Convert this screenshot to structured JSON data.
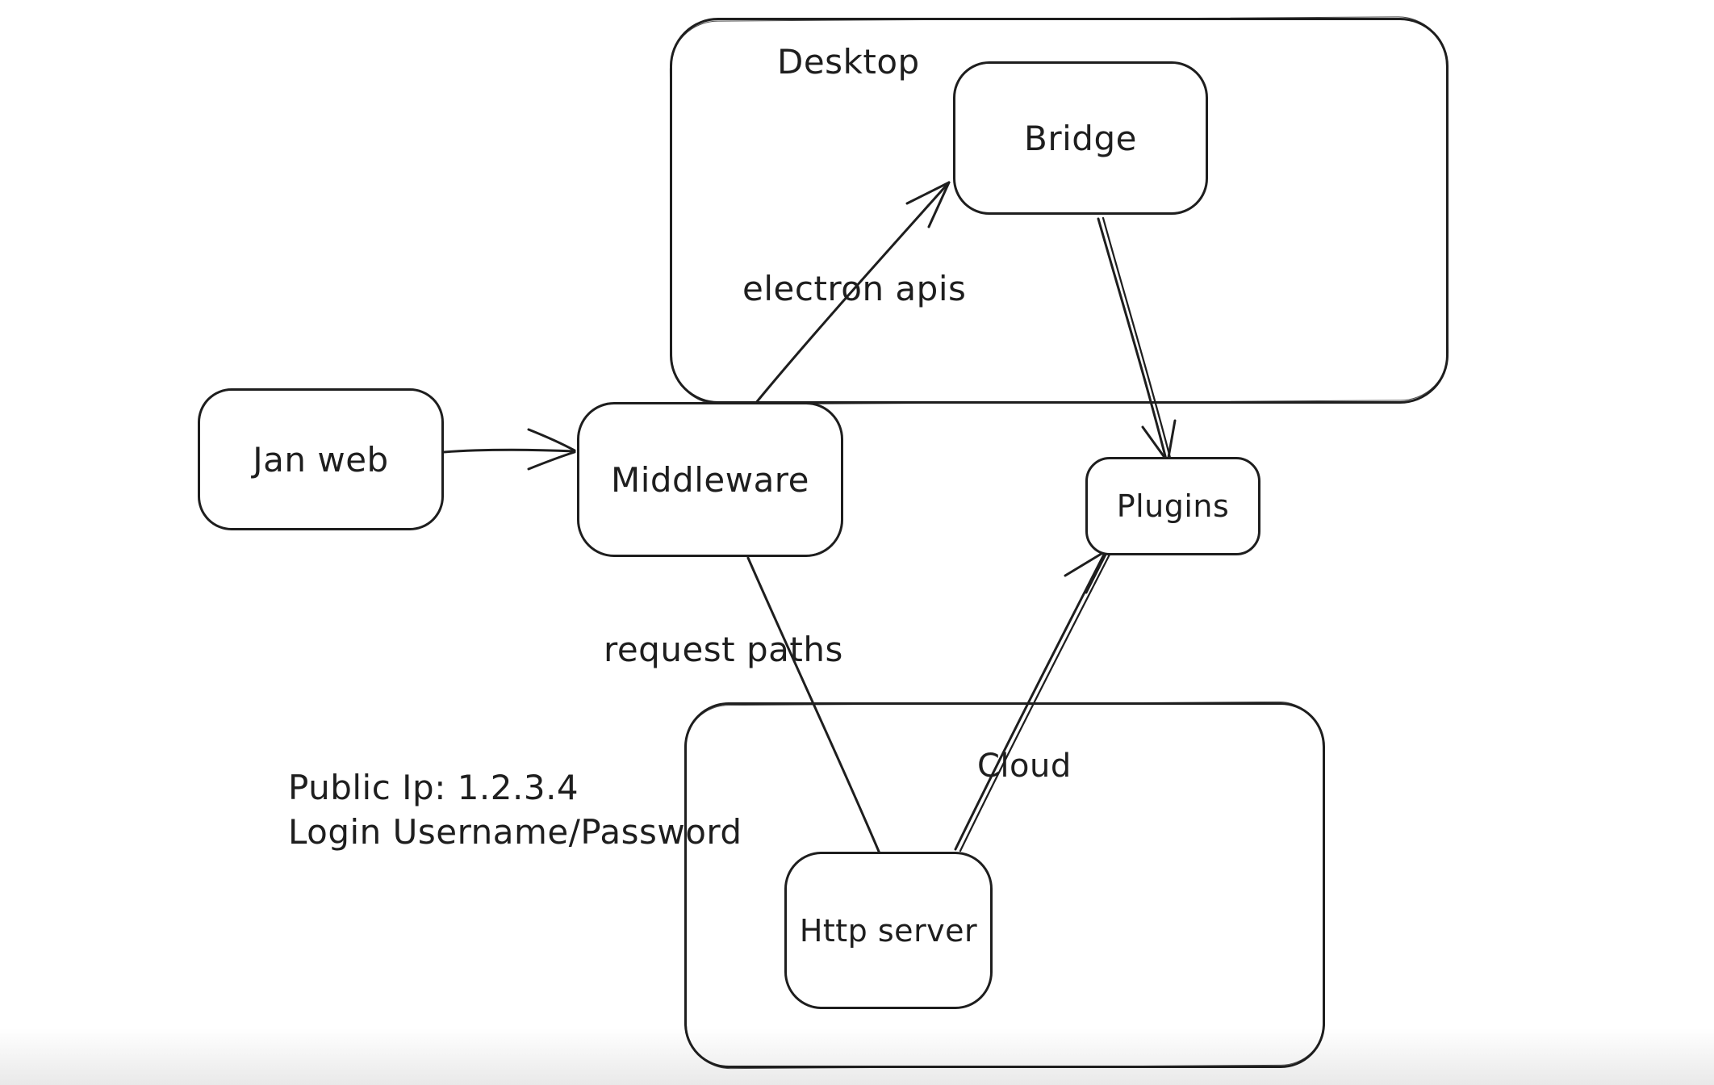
{
  "canvas": {
    "background": "#ffffff",
    "stroke_color": "#1e1e1e",
    "style": "hand-drawn whiteboard diagram"
  },
  "diagram": {
    "containers": [
      {
        "id": "desktop",
        "label": "Desktop"
      },
      {
        "id": "cloud",
        "label": "Cloud"
      }
    ],
    "nodes": [
      {
        "id": "jan-web",
        "label": "Jan web"
      },
      {
        "id": "middleware",
        "label": "Middleware"
      },
      {
        "id": "bridge",
        "label": "Bridge"
      },
      {
        "id": "plugins",
        "label": "Plugins"
      },
      {
        "id": "http-server",
        "label": "Http server"
      }
    ],
    "edges": [
      {
        "from": "Jan web",
        "to": "Middleware",
        "label": ""
      },
      {
        "from": "Middleware",
        "to": "Bridge",
        "label": "electron apis"
      },
      {
        "from": "Bridge",
        "to": "Plugins",
        "label": ""
      },
      {
        "from": "Middleware",
        "to": "Http server",
        "label": "request paths"
      },
      {
        "from": "Http server",
        "to": "Plugins",
        "label": ""
      }
    ],
    "note": {
      "line1": "Public Ip: 1.2.3.4",
      "line2": "Login Username/Password"
    }
  }
}
